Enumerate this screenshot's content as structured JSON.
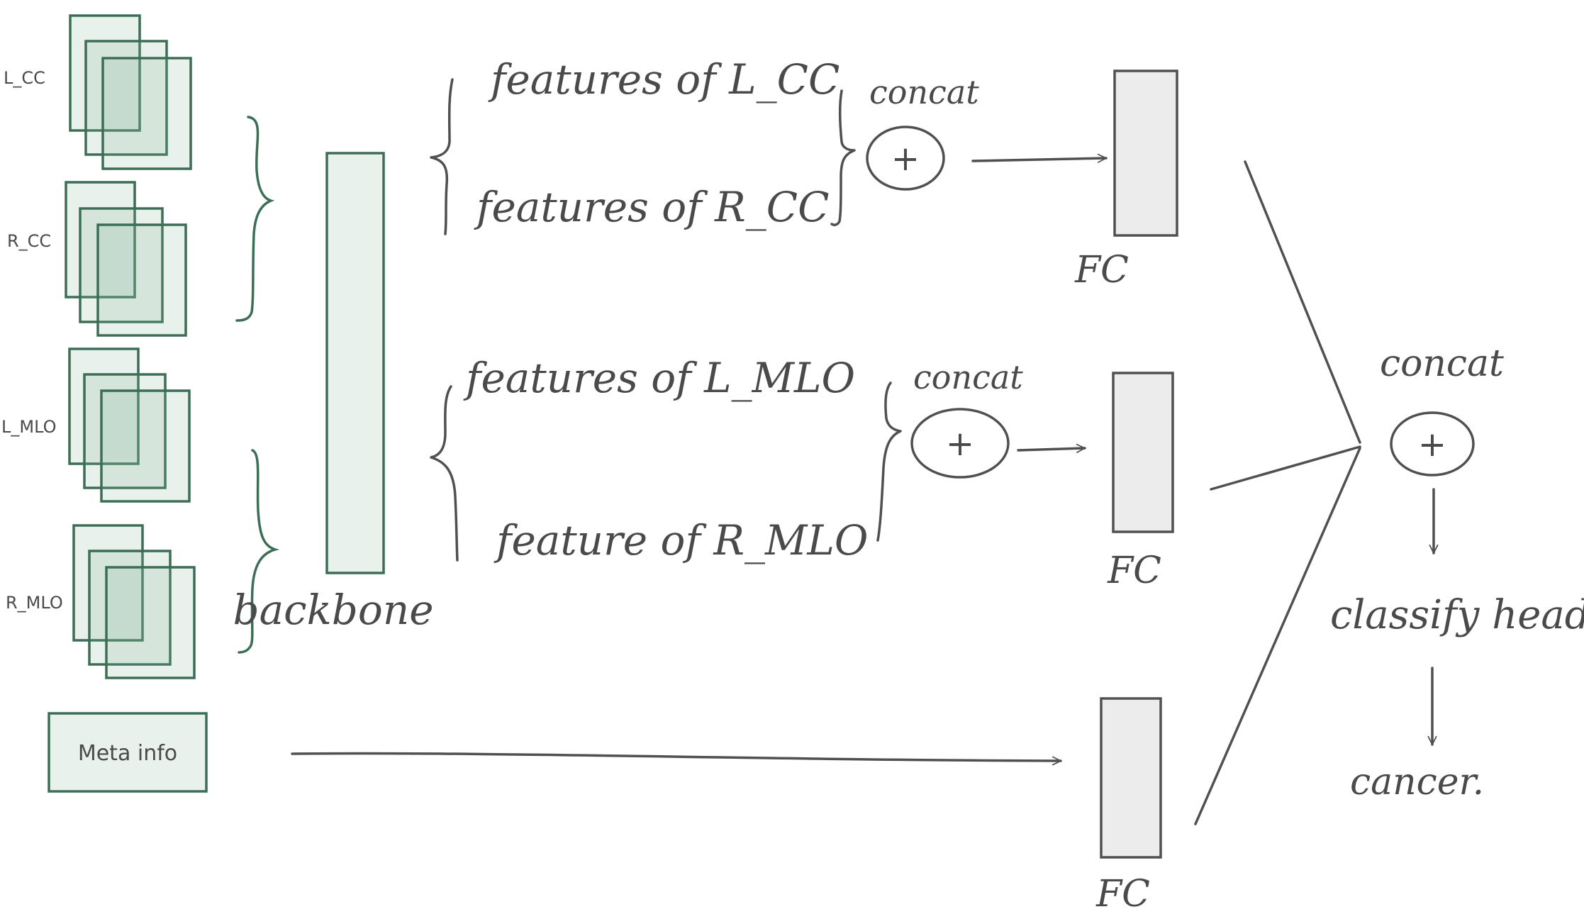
{
  "inputs": {
    "l_cc": "L_CC",
    "r_cc": "R_CC",
    "l_mlo": "L_MLO",
    "r_mlo": "R_MLO",
    "meta": "Meta info"
  },
  "backbone_label": "backbone",
  "features": {
    "l_cc": "features of L_CC",
    "r_cc": "features of R_CC",
    "l_mlo": "features of L_MLO",
    "r_mlo": "feature of R_MLO"
  },
  "concat": {
    "top": "concat",
    "middle": "concat",
    "final": "concat",
    "symbol": "+"
  },
  "fc": {
    "top": "FC",
    "middle": "FC",
    "bottom": "FC"
  },
  "head": {
    "classify": "classify head",
    "output": "cancer."
  },
  "colors": {
    "ink": "#505050",
    "green": "#3b6e55",
    "green_fill": "#7faf97",
    "fc_fill": "#ececec"
  }
}
